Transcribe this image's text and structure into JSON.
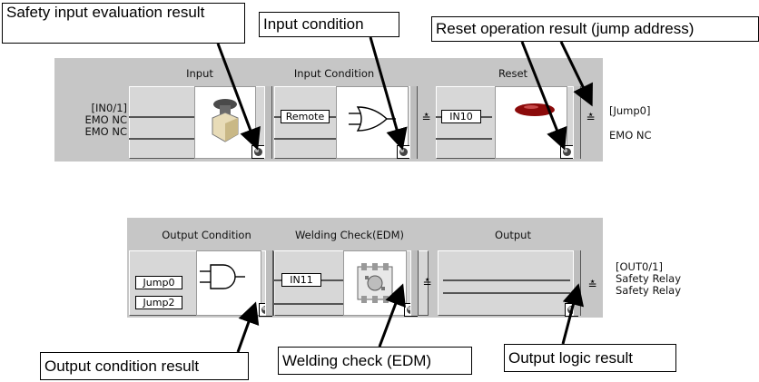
{
  "callouts": {
    "safety_input": "Safety input evaluation result",
    "input_condition": "Input condition",
    "reset_result": "Reset operation result (jump address)",
    "output_condition": "Output condition result",
    "welding_check": "Welding check (EDM)",
    "output_logic": "Output logic result"
  },
  "top_row": {
    "headers": {
      "input": "Input",
      "input_condition": "Input Condition",
      "reset": "Reset"
    },
    "left_labels": [
      "[IN0/1]",
      "EMO NC",
      "EMO NC"
    ],
    "condition_input": "Remote",
    "reset_input": "IN10",
    "right_labels": [
      "[Jump0]",
      "EMO NC"
    ]
  },
  "bottom_row": {
    "headers": {
      "output_condition": "Output Condition",
      "welding_check": "Welding Check(EDM)",
      "output": "Output"
    },
    "condition_inputs": [
      "Jump0",
      "Jump2"
    ],
    "edm_input": "IN11",
    "right_labels": [
      "[OUT0/1]",
      "Safety Relay",
      "Safety Relay"
    ]
  },
  "icons": {
    "emergency_button": "emergency-stop-button-icon",
    "or_gate": "or-gate-icon",
    "reset_button": "reset-button-icon",
    "and_gate": "and-gate-icon",
    "contactor": "contactor-icon",
    "status": "status-indicator-icon",
    "expand": "double-chevron-icon"
  },
  "colors": {
    "panel": "#c6c6c6",
    "cell": "#d7d7d7",
    "reset_button": "#8b0a0a",
    "button_base": "#d8c9a0"
  }
}
